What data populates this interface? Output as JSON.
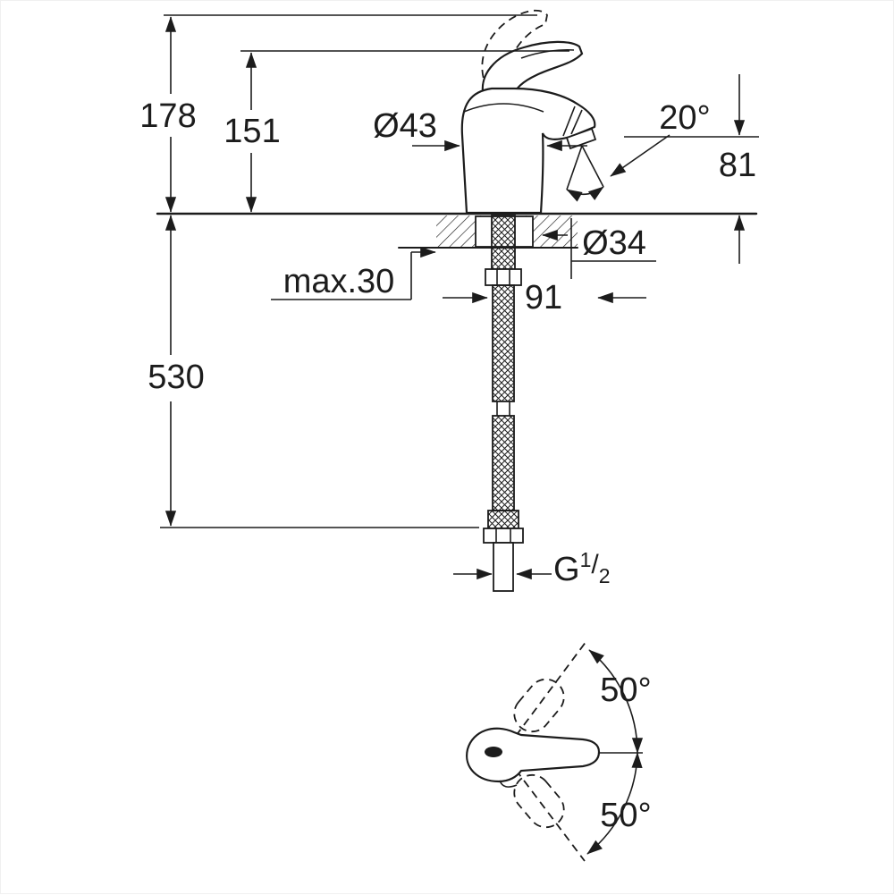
{
  "drawing": {
    "type": "faucet-technical-dimension-drawing",
    "colors": {
      "line": "#1c1c1c",
      "background": "#ffffff"
    },
    "labels": {
      "total_height": "178",
      "handle_height": "151",
      "body_diameter": "Ø43",
      "spout_angle": "20°",
      "outlet_height": "81",
      "hole_diameter": "Ø34",
      "max_deck_thickness": "max.30",
      "projection": "91",
      "hose_length": "530",
      "thread_g": "G",
      "thread_num": "1",
      "thread_slash": "/",
      "thread_den": "2",
      "handle_angle_upper": "50°",
      "handle_angle_lower": "50°"
    }
  }
}
